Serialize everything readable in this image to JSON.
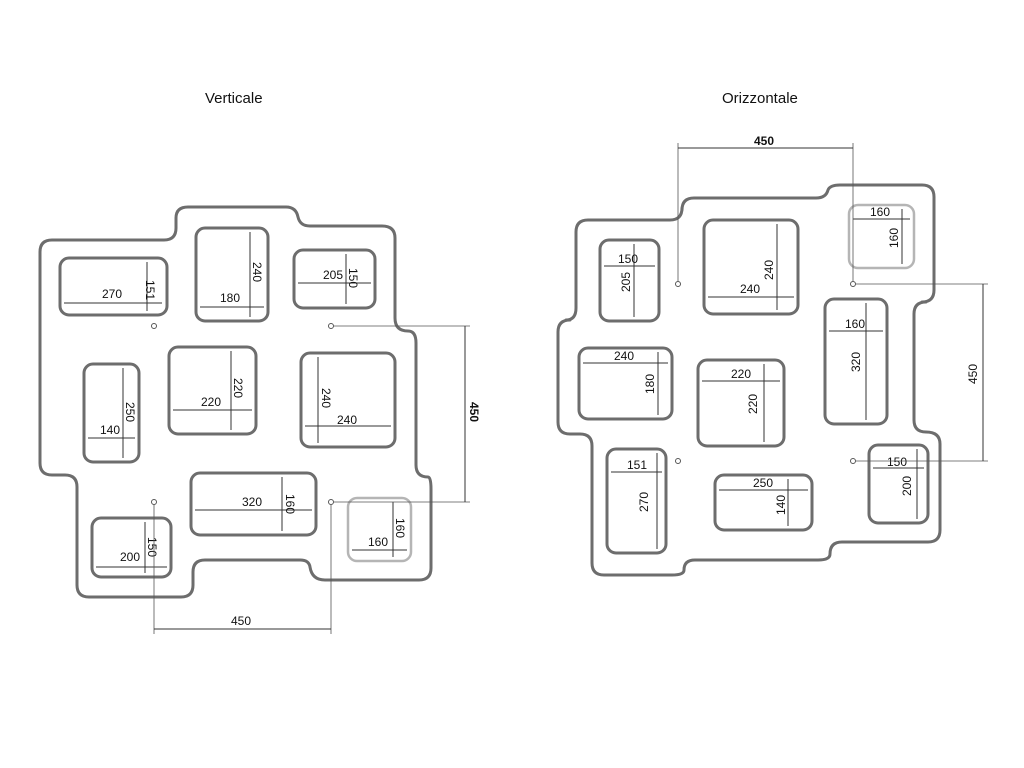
{
  "views": {
    "left": {
      "title": "Verticale",
      "overall_v": "450",
      "overall_h": "450",
      "holes": [
        {
          "w": "270",
          "h": "151"
        },
        {
          "w": "180",
          "h": "240"
        },
        {
          "w": "205",
          "h": "150"
        },
        {
          "w": "140",
          "h": "250"
        },
        {
          "w": "220",
          "h": "220"
        },
        {
          "w": "240",
          "h": "240"
        },
        {
          "w": "320",
          "h": "160"
        },
        {
          "w": "160",
          "h": "160"
        },
        {
          "w": "200",
          "h": "150"
        }
      ]
    },
    "right": {
      "title": "Orizzontale",
      "overall_h": "450",
      "overall_v": "450",
      "holes": [
        {
          "w": "150",
          "h": "205"
        },
        {
          "w": "240",
          "h": "240"
        },
        {
          "w": "160",
          "h": "160"
        },
        {
          "w": "160",
          "h": "320"
        },
        {
          "w": "240",
          "h": "180"
        },
        {
          "w": "220",
          "h": "220"
        },
        {
          "w": "151",
          "h": "270"
        },
        {
          "w": "250",
          "h": "140"
        },
        {
          "w": "150",
          "h": "200"
        }
      ]
    }
  }
}
